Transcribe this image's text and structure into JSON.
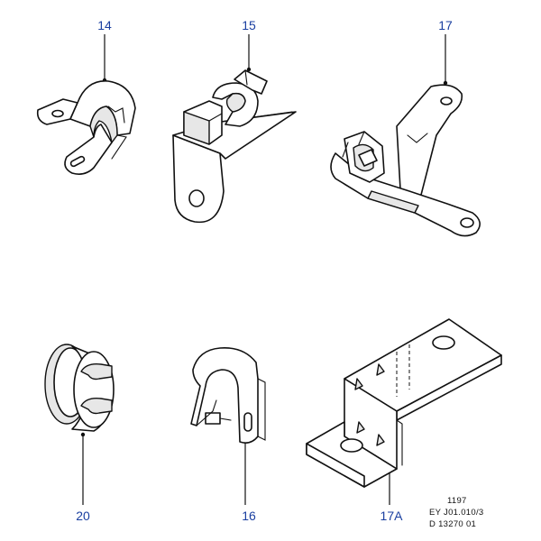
{
  "callouts": {
    "p14": "14",
    "p15": "15",
    "p17": "17",
    "p20": "20",
    "p16": "16",
    "p17a": "17A"
  },
  "drawing_code": {
    "line1": "1197",
    "line2": "EY  J01.010/3",
    "line3": "D  13270  01"
  },
  "colors": {
    "callout_text": "#1a3fa0",
    "line_art": "#111111",
    "background": "#ffffff"
  }
}
